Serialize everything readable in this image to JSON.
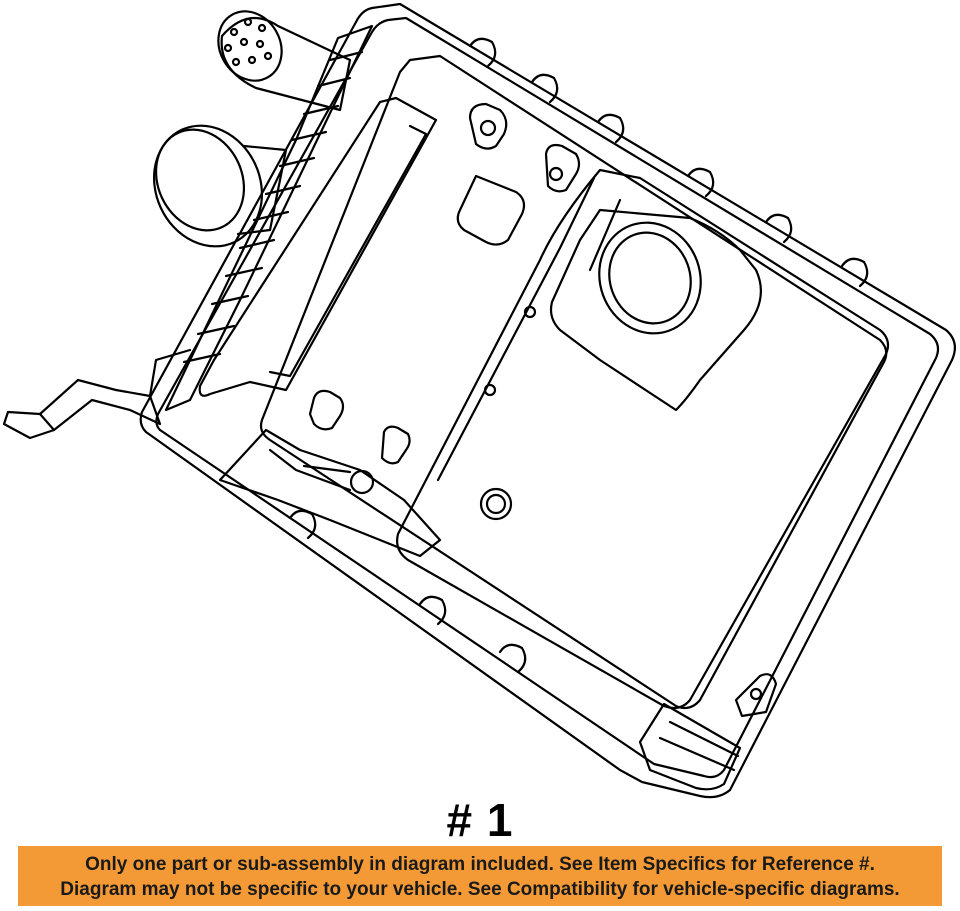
{
  "part_label": "# 1",
  "disclaimer": {
    "line1": "Only one part or sub-assembly in diagram included. See Item Specifics for Reference #.",
    "line2": "Diagram may not be specific to your vehicle. See Compatibility for vehicle-specific diagrams.",
    "background_color": "#f39a36"
  },
  "diagram": {
    "subject": "air-cleaner-housing-line-drawing",
    "line_color": "#000000"
  }
}
